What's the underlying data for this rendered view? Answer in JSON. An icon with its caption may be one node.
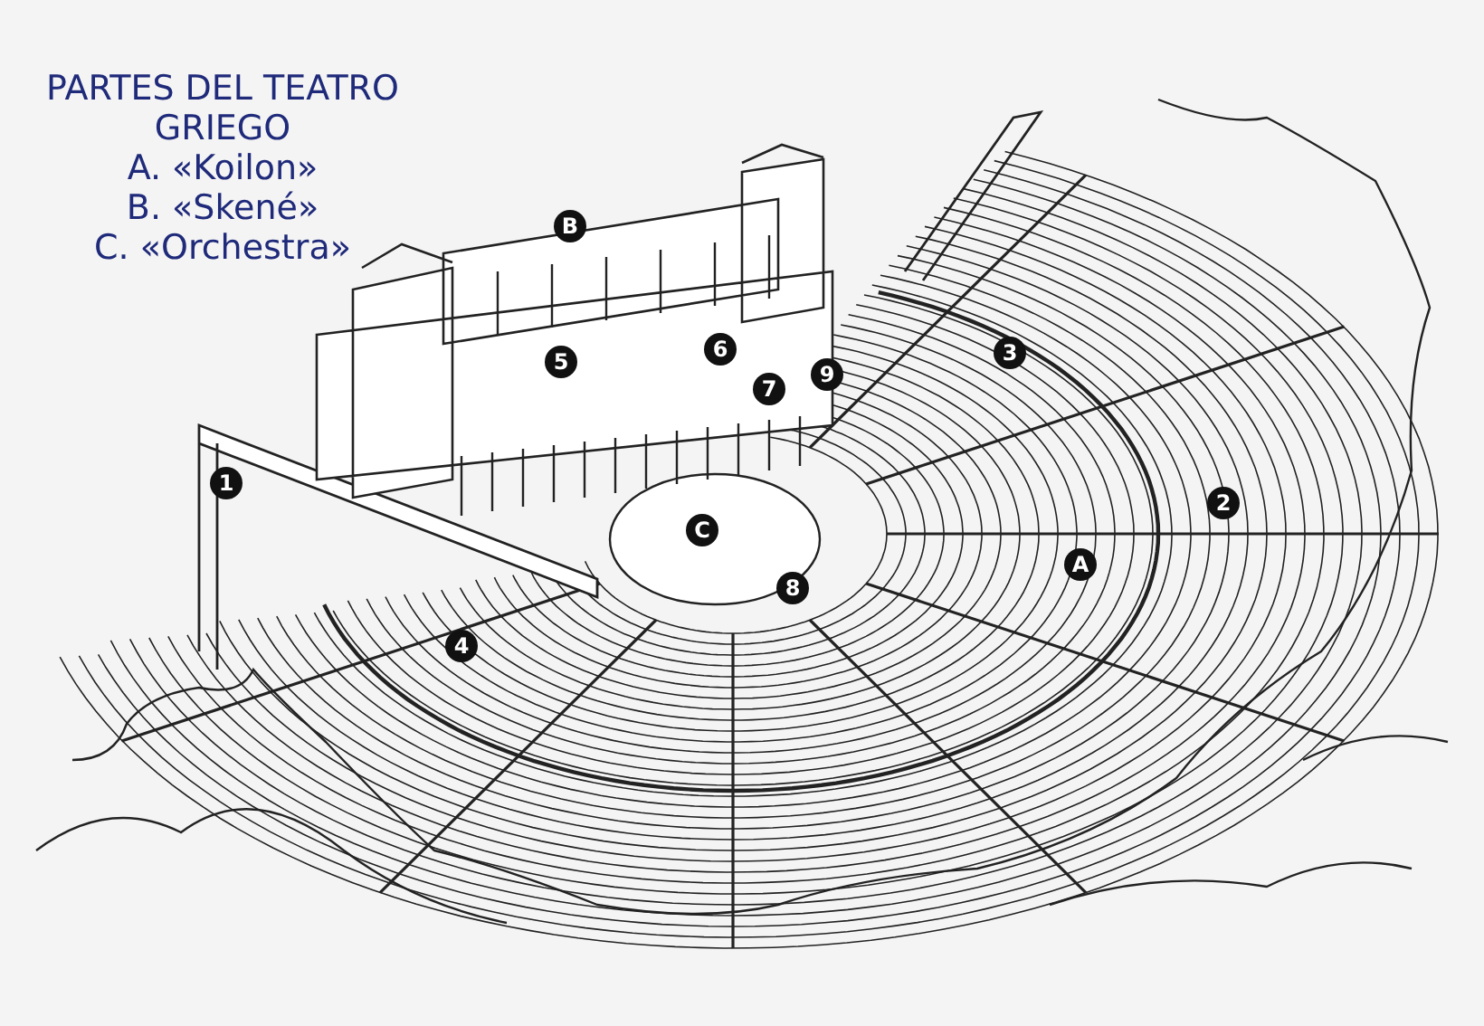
{
  "diagram": {
    "title": "PARTES DEL TEATRO GRIEGO",
    "labels": [
      "A. «Koilon»",
      "B. «Skené»",
      "C. «Orchestra»",
      "B",
      "6",
      "3",
      "5",
      "9",
      "7",
      "1",
      "2",
      "C",
      "A",
      "8",
      "4"
    ]
  }
}
